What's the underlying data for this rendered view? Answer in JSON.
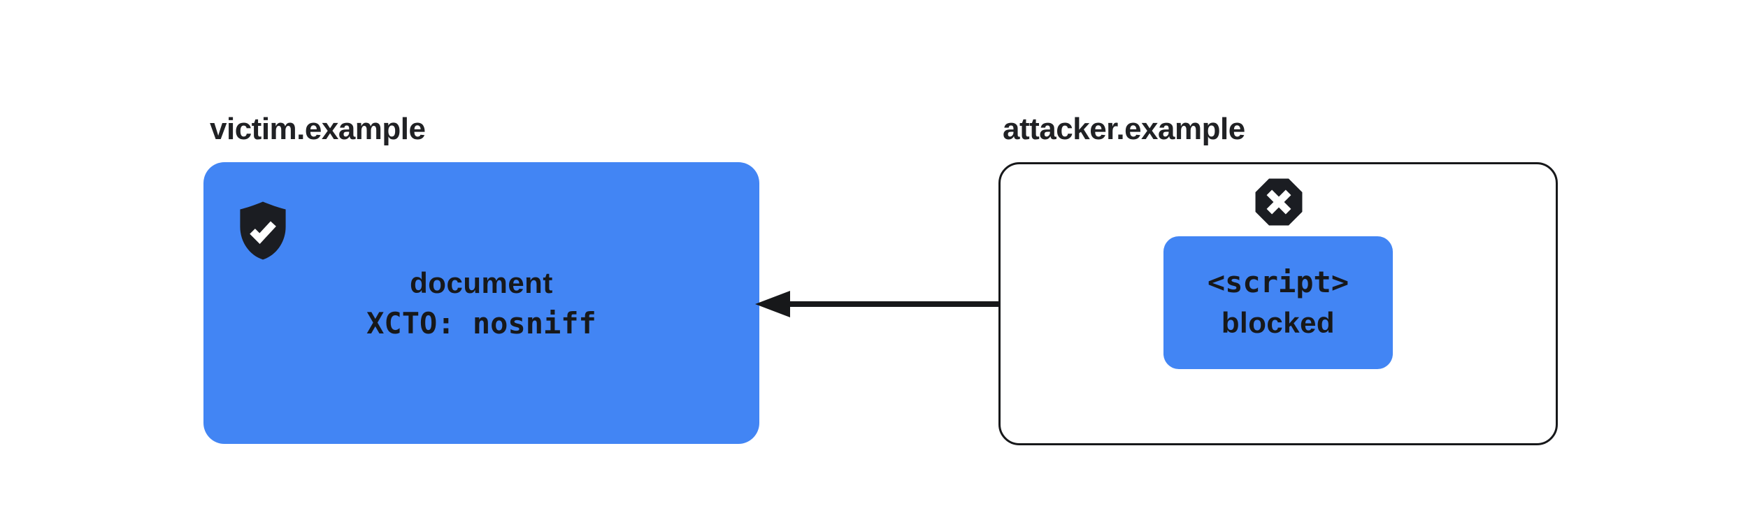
{
  "colors": {
    "accent_blue": "#4285F4",
    "icon_dark": "#1b1d22",
    "text_dark": "#17181a",
    "title_dark": "#202124",
    "arrow_black": "#17181a",
    "page_bg": "#ffffff"
  },
  "victim": {
    "title": "victim.example",
    "icon": "shield-check-icon",
    "card": {
      "line1": "document",
      "line2": "XCTO: nosniff"
    }
  },
  "attacker": {
    "title": "attacker.example",
    "icon": "blocked-octagon-x-icon",
    "script_box": {
      "line1": "<script>",
      "line2": "blocked"
    }
  },
  "arrow": {
    "direction": "right-to-left"
  }
}
